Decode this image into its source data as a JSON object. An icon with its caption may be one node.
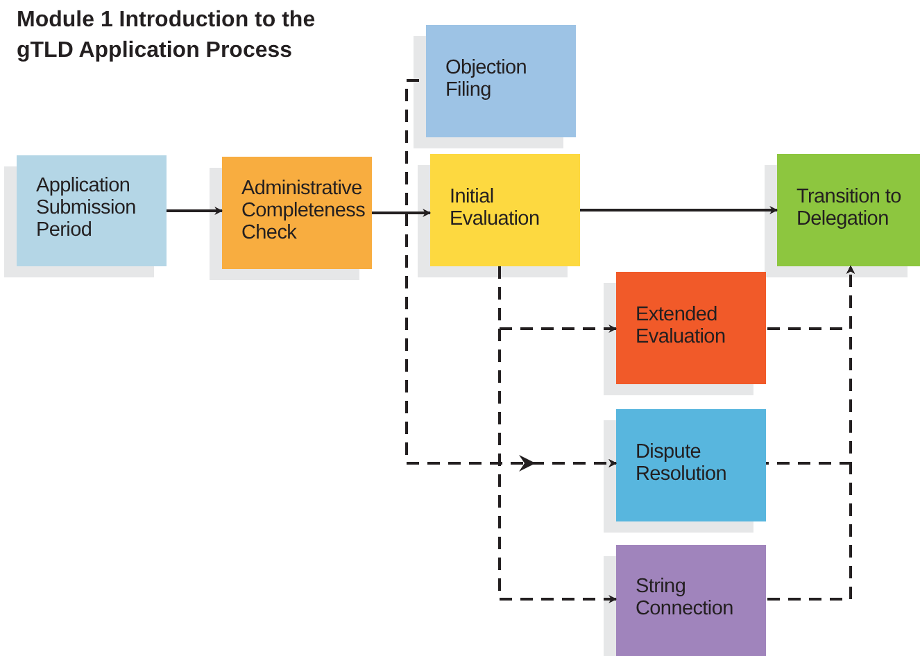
{
  "diagram": {
    "title": "Module 1 Introduction to the gTLD Application Process",
    "nodes": [
      {
        "text": [
          "Application Submission Period"
        ]
      },
      {
        "text": [
          "Administrative Completeness Check"
        ]
      },
      {
        "text": [
          "Objection Filing"
        ]
      },
      {
        "text": [
          "Initial Evaluation"
        ]
      },
      {
        "text": [
          "Transition to Delegation"
        ]
      },
      {
        "text": [
          "Extended Evaluation"
        ]
      },
      {
        "text": [
          "Dispute Resolution"
        ]
      },
      {
        "text": [
          "String Connection"
        ]
      }
    ],
    "edges": [
      {
        "from": 0,
        "to": 1,
        "arrow": "to"
      },
      {
        "from": 1,
        "to": 3,
        "arrow": "to"
      },
      {
        "from": 3,
        "to": 4,
        "arrow": "to"
      },
      {
        "from": 3,
        "to": 5,
        "arrow": "to",
        "style": "dashed"
      },
      {
        "from": 3,
        "to": 6,
        "arrow": "to",
        "style": "dashed"
      },
      {
        "from": 3,
        "to": 7,
        "arrow": "to",
        "style": "dashed"
      },
      {
        "from": 2,
        "to": 6,
        "arrow": "to",
        "style": "dashed"
      },
      {
        "from": 5,
        "to": 4,
        "arrow": "to",
        "style": "dashed"
      },
      {
        "from": 6,
        "to": 4,
        "arrow": "to",
        "style": "dashed"
      },
      {
        "from": 7,
        "to": 4,
        "arrow": "to",
        "style": "dashed"
      }
    ]
  }
}
